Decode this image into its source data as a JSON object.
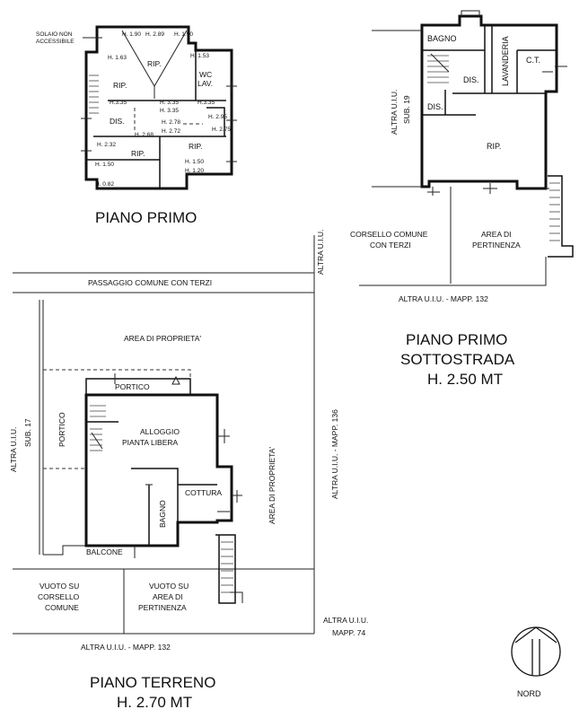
{
  "piano_primo": {
    "title": "PIANO PRIMO",
    "note": [
      "SOLAIO NON",
      "ACCESSIBILE"
    ],
    "rooms": [
      "RIP.",
      "RIP.",
      "WC",
      "LAV.",
      "DIS.",
      "RIP.",
      "RIP."
    ],
    "heights": [
      "H. 1.90",
      "H. 2.89",
      "H. 1.90",
      "H. 1.53",
      "H.3.35",
      "H. 3.35",
      "H.3.35",
      "H. 3.35",
      "H. 2.78",
      "H. 2.72",
      "H. 2.68",
      "H. 2.95",
      "H. 2.75",
      "H. 2.32",
      "H. 1.50",
      "H. 1.50",
      "H. 1.20",
      "H. 0.82",
      "H. 1.63"
    ]
  },
  "piano_primo_sottostrada": {
    "title": [
      "PIANO PRIMO",
      "SOTTOSTRADA",
      "H. 2.50 MT"
    ],
    "rooms": [
      "BAGNO",
      "LAVANDERIA",
      "C.T.",
      "DIS.",
      "DIS.",
      "RIP."
    ],
    "side_label": [
      "ALTRA U.I.U.",
      "SUB. 19"
    ],
    "corsello": [
      "CORSELLO COMUNE",
      "CON TERZI"
    ],
    "area": [
      "AREA DI",
      "PERTINENZA"
    ],
    "bottom_label": "ALTRA U.I.U. - MAPP. 132"
  },
  "piano_terreno": {
    "title": [
      "PIANO TERRENO",
      "H. 2.70 MT"
    ],
    "top_right_label": "ALTRA U.I.U.",
    "passaggio": "PASSAGGIO COMUNE CON TERZI",
    "area_proprieta": "AREA DI PROPRIETA'",
    "left_label": [
      "ALTRA U.I.U.",
      "SUB. 17"
    ],
    "portico_left": "PORTICO",
    "portico_top": "PORTICO",
    "alloggio": [
      "ALLOGGIO",
      "PIANTA LIBERA"
    ],
    "bagno": "BAGNO",
    "cottura": "COTTURA",
    "balcone": "BALCONE",
    "area_proprieta_right": "AREA DI PROPRIETA'",
    "right_label": "ALTRA U.I.U. - MAPP. 136",
    "vuoto_corsello": [
      "VUOTO SU",
      "CORSELLO",
      "COMUNE"
    ],
    "vuoto_area": [
      "VUOTO SU",
      "AREA DI",
      "PERTINENZA"
    ],
    "mapp74": [
      "ALTRA U.I.U.",
      "MAPP. 74"
    ],
    "bottom_label": "ALTRA U.I.U. - MAPP. 132"
  },
  "north": {
    "label": "NORD"
  }
}
